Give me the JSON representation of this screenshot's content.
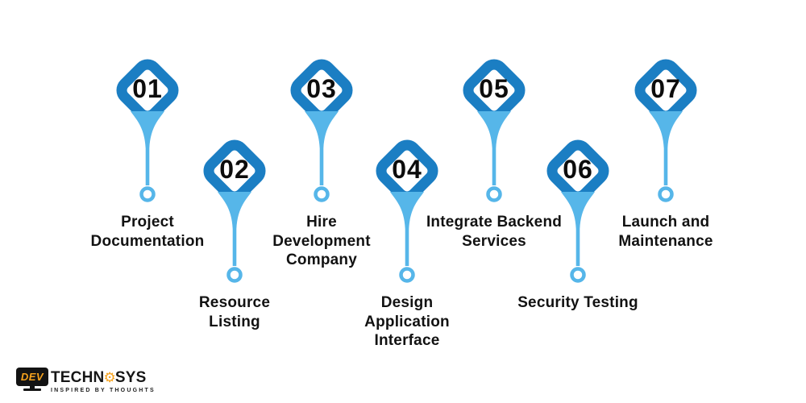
{
  "colors": {
    "primary_blue": "#1b7ec3",
    "accent_light_blue": "#56b6e9",
    "text": "#121212",
    "logo_orange": "#f6a21d"
  },
  "steps": [
    {
      "number": "01",
      "label": "Project\nDocumentation",
      "row": "top"
    },
    {
      "number": "02",
      "label": "Resource\nListing",
      "row": "bottom"
    },
    {
      "number": "03",
      "label": "Hire\nDevelopment\nCompany",
      "row": "top"
    },
    {
      "number": "04",
      "label": "Design\nApplication\nInterface",
      "row": "bottom"
    },
    {
      "number": "05",
      "label": "Integrate Backend\nServices",
      "row": "top"
    },
    {
      "number": "06",
      "label": "Security Testing",
      "row": "bottom"
    },
    {
      "number": "07",
      "label": "Launch and\nMaintenance",
      "row": "top"
    }
  ],
  "logo": {
    "monitor_text": "DEV",
    "name_part1": "TECHN",
    "gear_symbol": "⚙",
    "name_part2": "SYS",
    "tagline": "INSPIRED BY THOUGHTS"
  }
}
